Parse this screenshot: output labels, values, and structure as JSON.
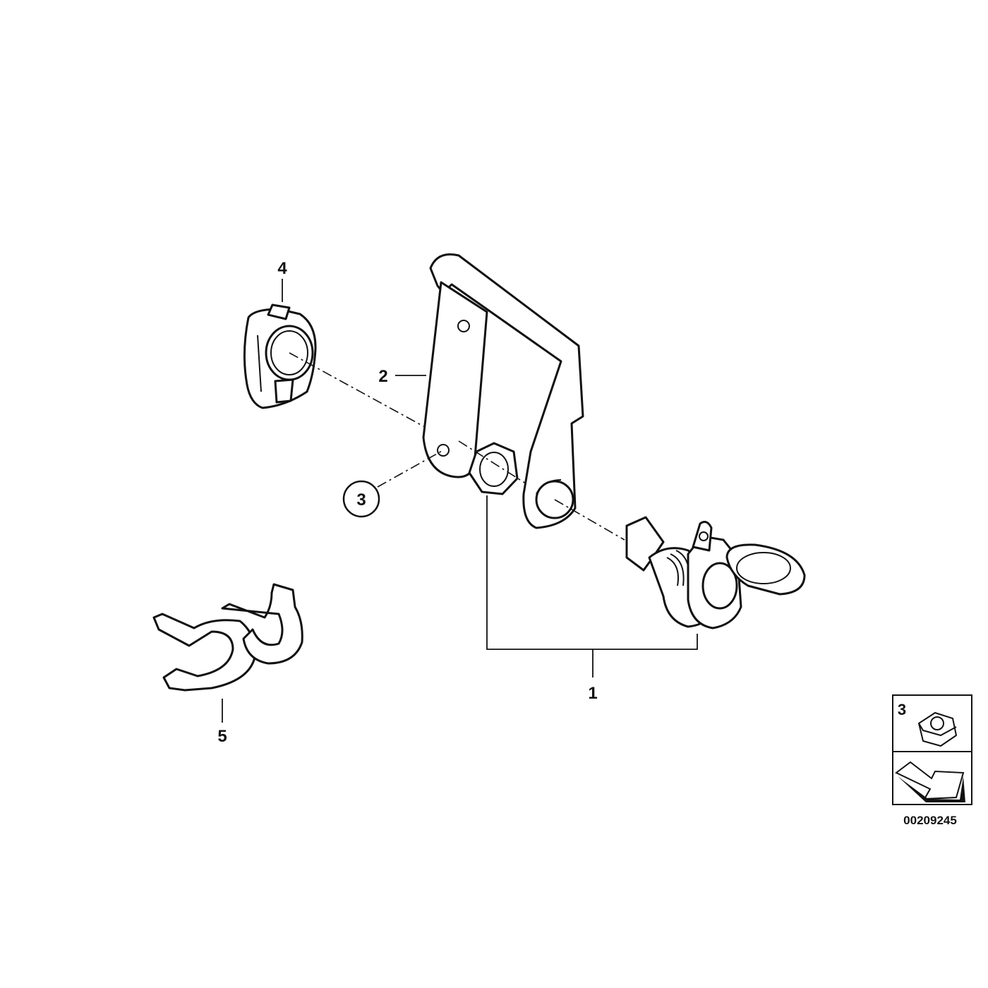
{
  "callouts": {
    "part_1": "1",
    "part_2": "2",
    "part_3": "3",
    "part_4": "4",
    "part_5": "5"
  },
  "legend": {
    "nut_number": "3",
    "nut_icon": "hex-nut-icon",
    "arrow_icon": "arrow-icon"
  },
  "diagram_id": "00209245"
}
